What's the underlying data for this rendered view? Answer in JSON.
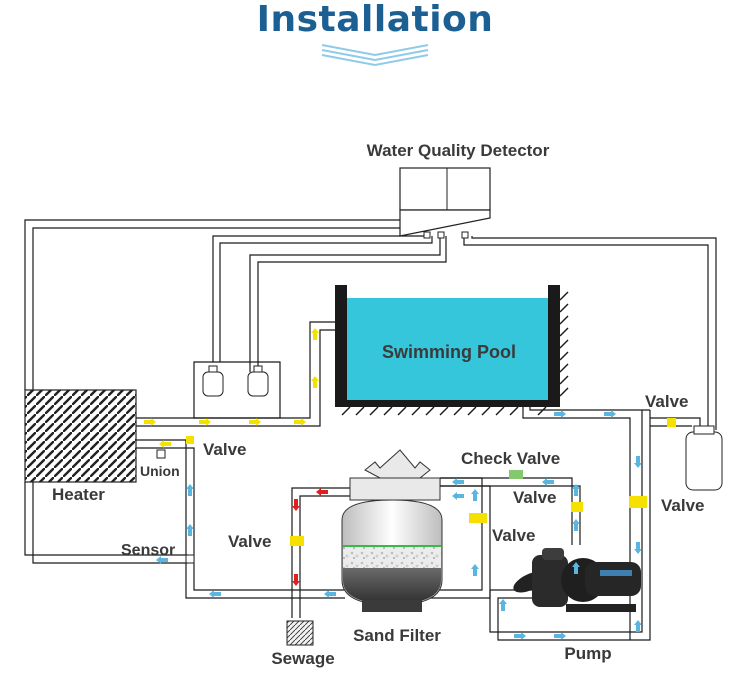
{
  "title": "Installation",
  "labels": {
    "water_quality_detector": "Water Quality Detector",
    "swimming_pool": "Swimming Pool",
    "heater": "Heater",
    "union": "Union",
    "sensor": "Sensor",
    "valve_heater": "Valve",
    "valve_filter": "Valve",
    "check_valve": "Check Valve",
    "valve_check": "Valve",
    "valve_right_inner": "Valve",
    "valve_right_outer": "Valve",
    "valve_top_right": "Valve",
    "sand_filter": "Sand Filter",
    "sewage": "Sewage",
    "pump": "Pump"
  },
  "colors": {
    "title": "#1b5f93",
    "pool_water": "#36c6dc",
    "arrow_yellow": "#f2e200",
    "arrow_blue": "#5ab6e0",
    "arrow_red": "#e02020",
    "valve": "#f5e000",
    "check_valve": "#86c870",
    "pipe": "#1a1a1a",
    "label": "#3a3a3a"
  },
  "icons": {
    "chevron": "double-chevron-down-icon",
    "arrow": "flow-arrow-icon"
  }
}
